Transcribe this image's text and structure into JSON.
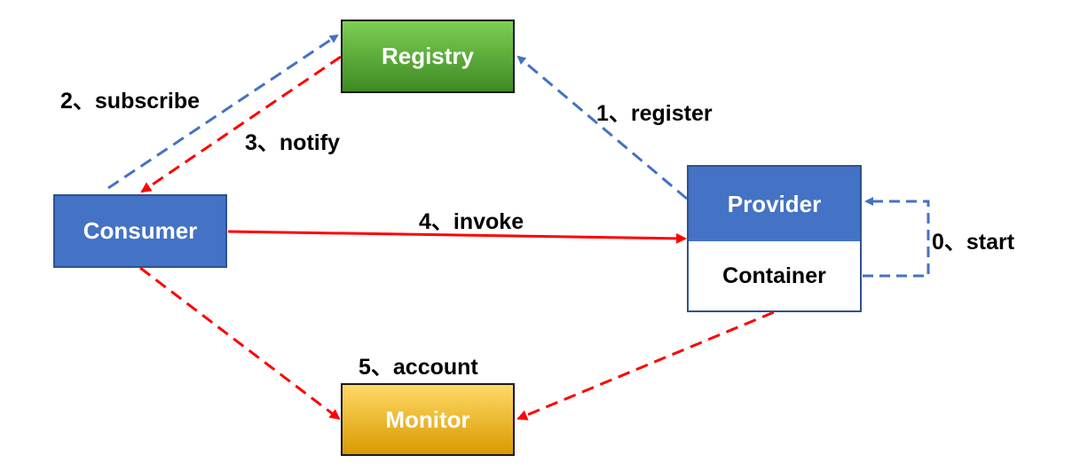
{
  "nodes": {
    "registry": "Registry",
    "consumer": "Consumer",
    "monitor": "Monitor",
    "provider": "Provider",
    "container": "Container"
  },
  "edges": {
    "start": "0、start",
    "register": "1、register",
    "subscribe": "2、subscribe",
    "notify": "3、notify",
    "invoke": "4、invoke",
    "account": "5、account"
  },
  "colors": {
    "blue_arrow": "#4472c4",
    "red_arrow": "#ff0000",
    "box_blue": "#4472c4",
    "box_green": "#5aa832",
    "box_gold": "#f5b800"
  }
}
